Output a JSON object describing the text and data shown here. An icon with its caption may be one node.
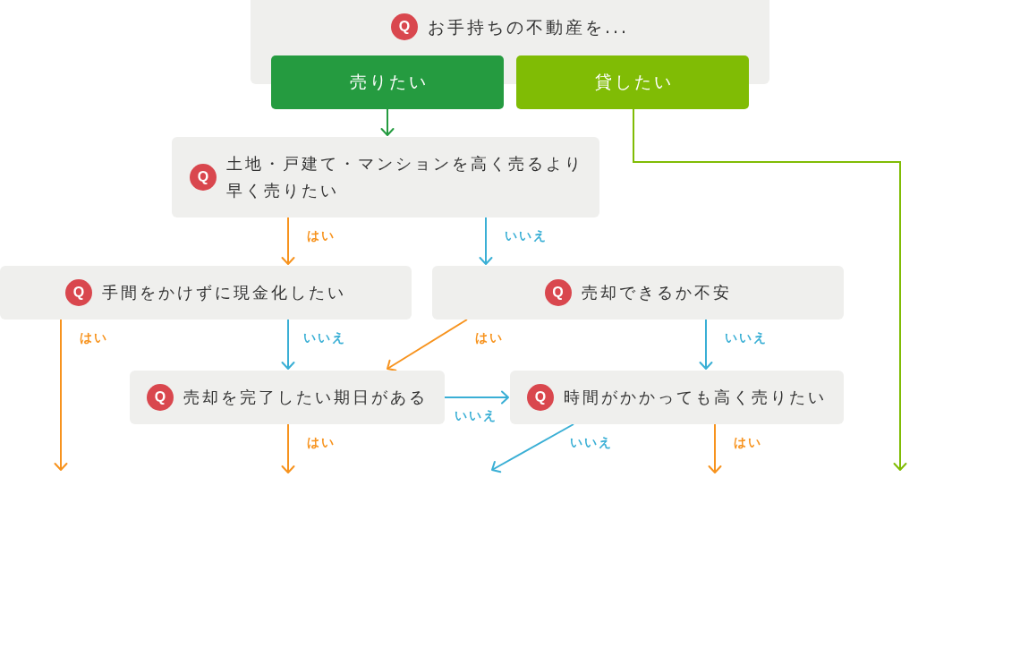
{
  "diagram": {
    "nodes": [
      {
        "text": [
          "Q",
          "お手持ちの不動産を..."
        ]
      },
      {
        "text": [
          "売りたい"
        ]
      },
      {
        "text": [
          "貸したい"
        ]
      },
      {
        "text": [
          "Q",
          "土地・戸建て・マンションを高く売るより早く売りたい"
        ]
      },
      {
        "text": [
          "Q",
          "手間をかけずに現金化したい"
        ]
      },
      {
        "text": [
          "Q",
          "売却できるか不安"
        ]
      },
      {
        "text": [
          "Q",
          "売却を完了したい期日がある"
        ]
      },
      {
        "text": [
          "Q",
          "時間がかかっても高く売りたい"
        ]
      }
    ],
    "edges": [
      {
        "from": 1,
        "to": 3,
        "arrow": "to",
        "color": "#259b40"
      },
      {
        "from": 2,
        "to": null,
        "arrow": "to",
        "color": "#80bc05"
      },
      {
        "from": 3,
        "to": 4,
        "arrow": "to",
        "label": "はい",
        "color": "#f7931e"
      },
      {
        "from": 3,
        "to": 5,
        "arrow": "to",
        "label": "いいえ",
        "color": "#3aafd5"
      },
      {
        "from": 4,
        "to": null,
        "arrow": "to",
        "label": "はい",
        "color": "#f7931e"
      },
      {
        "from": 4,
        "to": 6,
        "arrow": "to",
        "label": "いいえ",
        "color": "#3aafd5"
      },
      {
        "from": 5,
        "to": 6,
        "arrow": "to",
        "label": "はい",
        "color": "#f7931e"
      },
      {
        "from": 5,
        "to": 7,
        "arrow": "to",
        "label": "いいえ",
        "color": "#3aafd5"
      },
      {
        "from": 6,
        "to": 7,
        "arrow": "to",
        "label": "いいえ",
        "color": "#3aafd5"
      },
      {
        "from": 6,
        "to": null,
        "arrow": "to",
        "label": "はい",
        "color": "#f7931e"
      },
      {
        "from": 7,
        "to": null,
        "arrow": "to",
        "label": "いいえ",
        "color": "#3aafd5"
      },
      {
        "from": 7,
        "to": null,
        "arrow": "to",
        "label": "はい",
        "color": "#f7931e"
      }
    ]
  }
}
